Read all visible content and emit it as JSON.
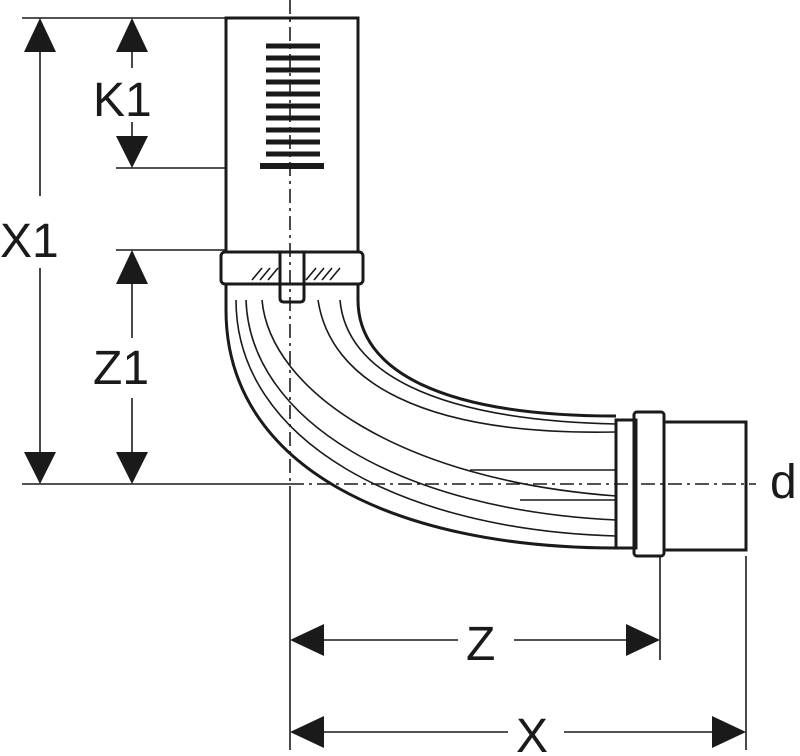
{
  "labels": {
    "k1": "K1",
    "x1": "X1",
    "z1": "Z1",
    "z": "Z",
    "x": "X",
    "d": "d"
  },
  "colors": {
    "line": "#1a1a1a",
    "background": "#ffffff"
  }
}
